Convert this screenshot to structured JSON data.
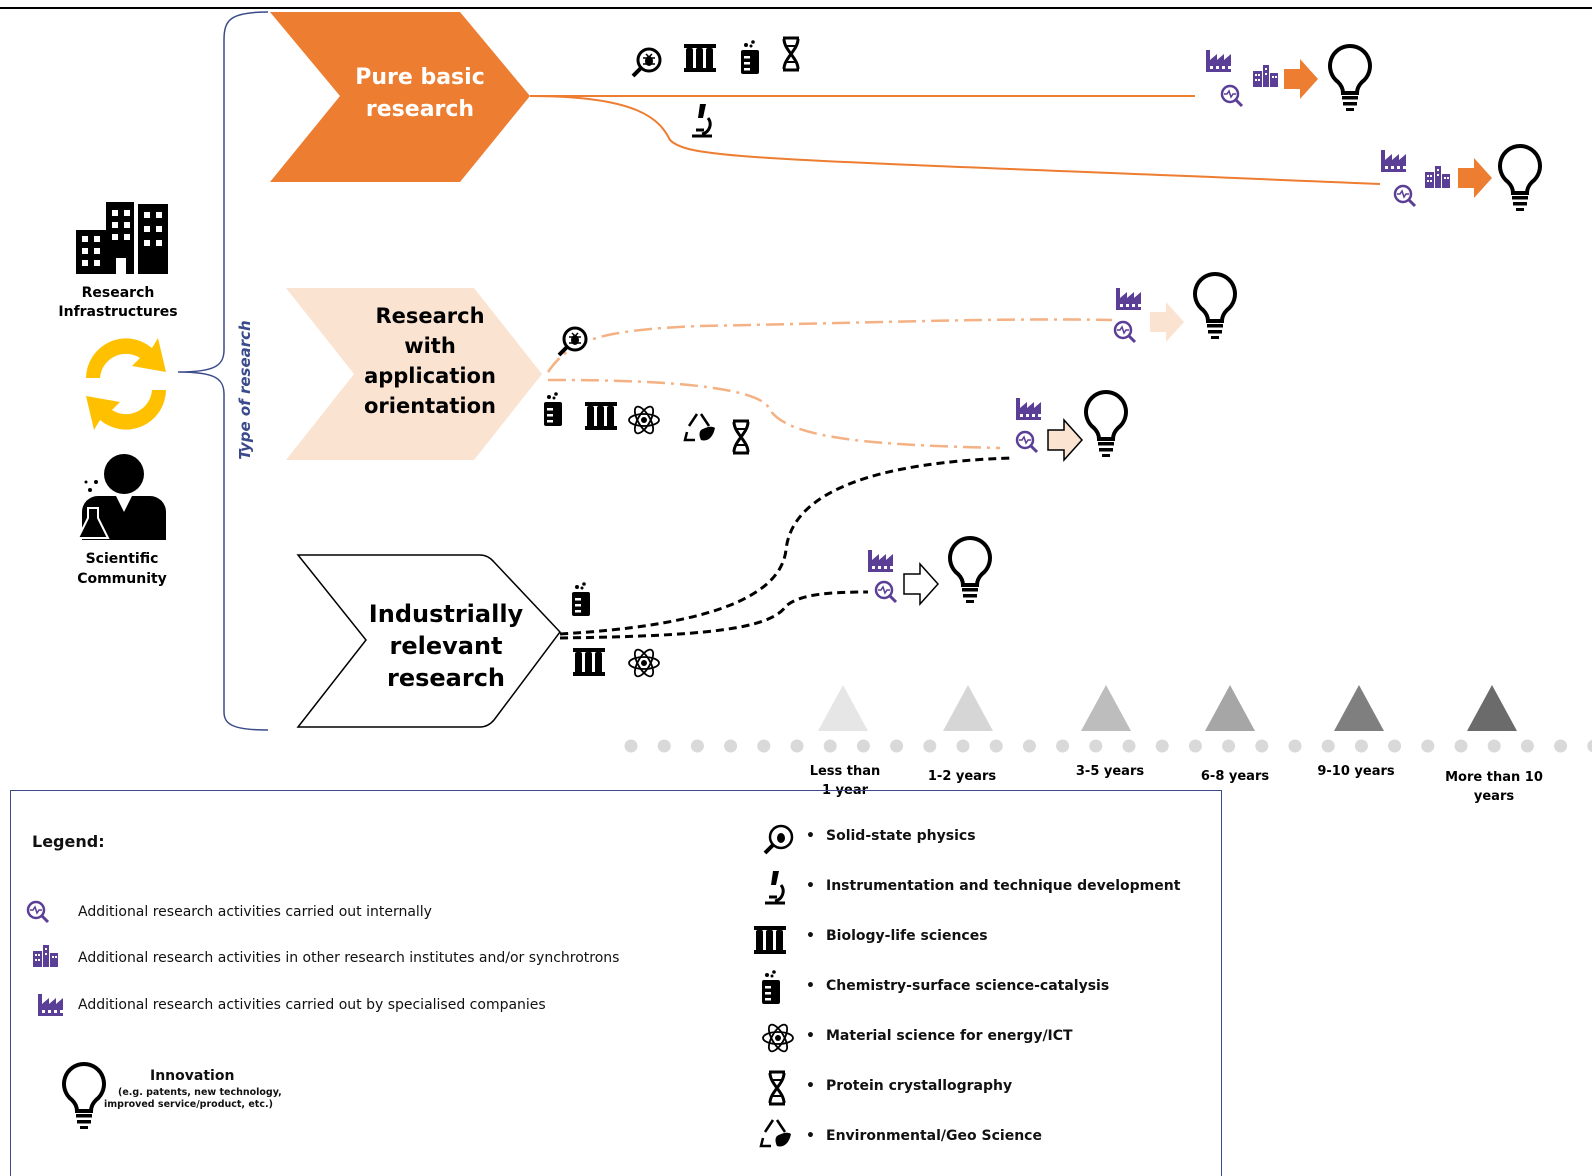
{
  "colors": {
    "orange": "#ed7d31",
    "peach": "#fbe3d2",
    "purple": "#5b3f96",
    "frame": "#3a4a8a",
    "accent_yellow": "#ffc000"
  },
  "left_panel": {
    "research_infrastructures": "Research Infrastructures",
    "research_infrastructures_l1": "Research",
    "research_infrastructures_l2": "Infrastructures",
    "scientific_community_l1": "Scientific",
    "scientific_community_l2": "Community",
    "bracket_label": "Type of research"
  },
  "research_types": [
    {
      "lines": [
        "Pure basic",
        "research"
      ],
      "fill": "orange"
    },
    {
      "lines": [
        "Research",
        "with",
        "application",
        "orientation"
      ],
      "fill": "peach"
    },
    {
      "lines": [
        "Industrially",
        "relevant",
        "research"
      ],
      "fill": "white"
    }
  ],
  "timeline": {
    "labels": [
      {
        "l1": "Less than",
        "l2": "1 year"
      },
      {
        "l1": "1-2 years",
        "l2": ""
      },
      {
        "l1": "3-5 years",
        "l2": ""
      },
      {
        "l1": "6-8 years",
        "l2": ""
      },
      {
        "l1": "9-10 years",
        "l2": ""
      },
      {
        "l1": "More than 10",
        "l2": "years"
      }
    ],
    "marker_shades": [
      "#e6e6e6",
      "#d6d6d6",
      "#bdbdbd",
      "#a6a6a6",
      "#7f7f7f",
      "#6b6b6b"
    ]
  },
  "legend": {
    "title": "Legend:",
    "activities": [
      {
        "icon": "magnifier-pulse-icon",
        "text": "Additional research activities carried out internally"
      },
      {
        "icon": "research-institutes-icon",
        "text": "Additional research activities in other research institutes and/or synchrotrons"
      },
      {
        "icon": "factory-icon",
        "text": "Additional research activities carried out by specialised companies"
      }
    ],
    "innovation_title": "Innovation",
    "innovation_sub1": "(e.g. patents, new technology,",
    "innovation_sub2": "improved service/product, etc.)",
    "fields": [
      {
        "icon": "solid-state-magnifier-icon",
        "text": "Solid-state physics"
      },
      {
        "icon": "microscope-icon",
        "text": "Instrumentation and technique development"
      },
      {
        "icon": "test-tubes-icon",
        "text": "Biology-life sciences"
      },
      {
        "icon": "beaker-icon",
        "text": "Chemistry-surface science-catalysis"
      },
      {
        "icon": "atom-icon",
        "text": "Material science for energy/ICT"
      },
      {
        "icon": "dna-icon",
        "text": "Protein crystallography"
      },
      {
        "icon": "recycle-leaf-icon",
        "text": "Environmental/Geo Science"
      }
    ],
    "bullet": "•"
  }
}
